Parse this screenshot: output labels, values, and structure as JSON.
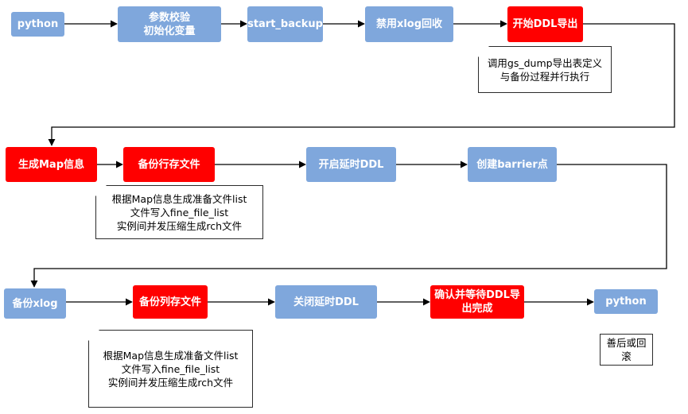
{
  "row1": {
    "python_start": "python",
    "validate": "参数校验\n初始化变量",
    "start_backup": "start_backup",
    "disable_recycle": "禁用xlog回收",
    "ddl_export": "开始DDL导出"
  },
  "note_ddl": "调用gs_dump导出表定义\n与备份过程并行执行",
  "row2": {
    "gen_map": "生成Map信息",
    "backup_row": "备份行存文件",
    "enable_delay": "开启延时DDL",
    "barrier": "创建barrier点"
  },
  "note_row": "根据Map信息生成准备文件list\n文件写入fine_file_list\n实例间并发压缩生成rch文件",
  "row3": {
    "backup_xlog": "备份xlog",
    "backup_col": "备份列存文件",
    "disable_delay": "关闭延时DDL",
    "confirm_ddl": "确认并等待DDL导\n出完成",
    "python_end": "python"
  },
  "note_col": "根据Map信息生成准备文件list\n文件写入fine_file_list\n实例间并发压缩生成rch文件",
  "note_end": "善后或回\n滚",
  "colors": {
    "blue": "#7fa7dc",
    "red": "#ff0000",
    "line": "#000000"
  }
}
